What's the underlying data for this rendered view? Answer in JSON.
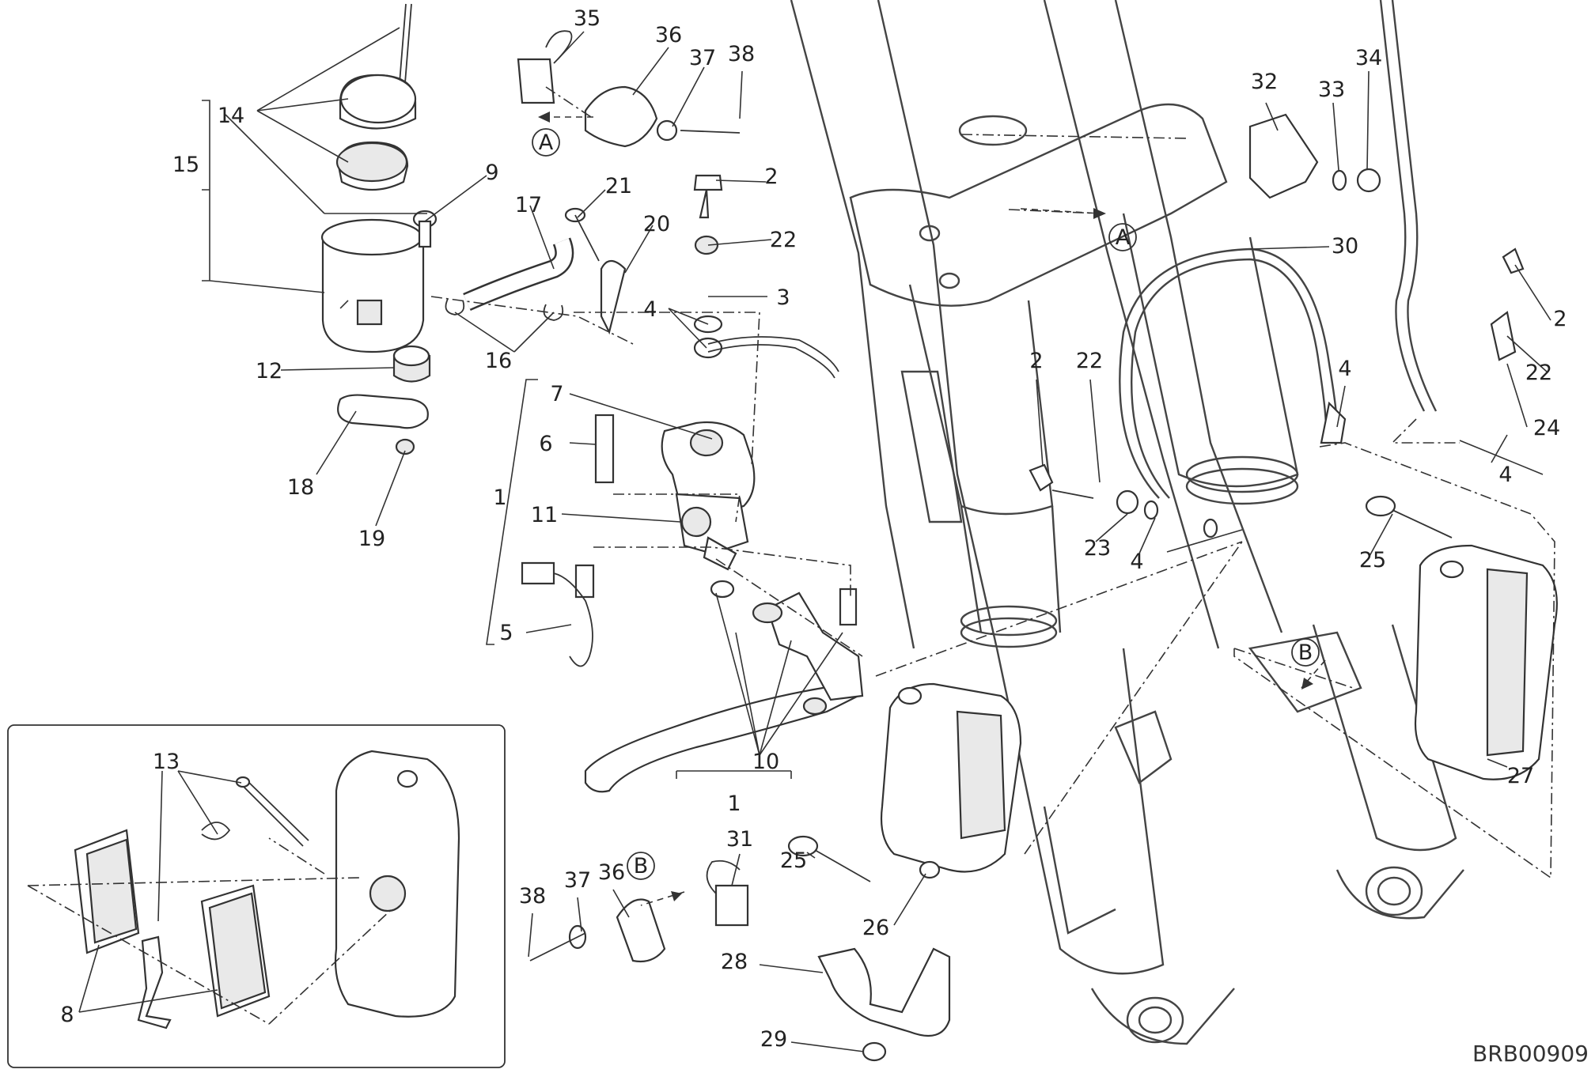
{
  "diagram": {
    "drawing_code": "BRB00909",
    "callouts": [
      {
        "id": "c1",
        "text": "1"
      },
      {
        "id": "c1b",
        "text": "1"
      },
      {
        "id": "c2a",
        "text": "2"
      },
      {
        "id": "c2b",
        "text": "2"
      },
      {
        "id": "c2c",
        "text": "2"
      },
      {
        "id": "c3",
        "text": "3"
      },
      {
        "id": "c4a",
        "text": "4"
      },
      {
        "id": "c4b",
        "text": "4"
      },
      {
        "id": "c4c",
        "text": "4"
      },
      {
        "id": "c4d",
        "text": "4"
      },
      {
        "id": "c5",
        "text": "5"
      },
      {
        "id": "c6",
        "text": "6"
      },
      {
        "id": "c7",
        "text": "7"
      },
      {
        "id": "c8",
        "text": "8"
      },
      {
        "id": "c9",
        "text": "9"
      },
      {
        "id": "c10",
        "text": "10"
      },
      {
        "id": "c11",
        "text": "11"
      },
      {
        "id": "c12",
        "text": "12"
      },
      {
        "id": "c13",
        "text": "13"
      },
      {
        "id": "c14",
        "text": "14"
      },
      {
        "id": "c15",
        "text": "15"
      },
      {
        "id": "c16",
        "text": "16"
      },
      {
        "id": "c17",
        "text": "17"
      },
      {
        "id": "c18",
        "text": "18"
      },
      {
        "id": "c19",
        "text": "19"
      },
      {
        "id": "c20",
        "text": "20"
      },
      {
        "id": "c21",
        "text": "21"
      },
      {
        "id": "c22a",
        "text": "22"
      },
      {
        "id": "c22b",
        "text": "22"
      },
      {
        "id": "c22c",
        "text": "22"
      },
      {
        "id": "c23",
        "text": "23"
      },
      {
        "id": "c24",
        "text": "24"
      },
      {
        "id": "c25a",
        "text": "25"
      },
      {
        "id": "c25b",
        "text": "25"
      },
      {
        "id": "c26",
        "text": "26"
      },
      {
        "id": "c27",
        "text": "27"
      },
      {
        "id": "c28",
        "text": "28"
      },
      {
        "id": "c29",
        "text": "29"
      },
      {
        "id": "c30",
        "text": "30"
      },
      {
        "id": "c31",
        "text": "31"
      },
      {
        "id": "c32",
        "text": "32"
      },
      {
        "id": "c33",
        "text": "33"
      },
      {
        "id": "c34",
        "text": "34"
      },
      {
        "id": "c35",
        "text": "35"
      },
      {
        "id": "c36a",
        "text": "36"
      },
      {
        "id": "c36b",
        "text": "36"
      },
      {
        "id": "c37a",
        "text": "37"
      },
      {
        "id": "c37b",
        "text": "37"
      },
      {
        "id": "c38a",
        "text": "38"
      },
      {
        "id": "c38b",
        "text": "38"
      }
    ],
    "reference_markers": [
      {
        "id": "refA1",
        "text": "A"
      },
      {
        "id": "refA2",
        "text": "A"
      },
      {
        "id": "refB1",
        "text": "B"
      },
      {
        "id": "refB2",
        "text": "B"
      }
    ]
  },
  "icons": {
    "reservoir": "brake-fluid-reservoir-icon",
    "master_cylinder": "master-cylinder-icon",
    "lever": "brake-lever-icon",
    "caliper": "brake-caliper-icon",
    "fork": "front-fork-icon",
    "hose": "brake-hose-icon"
  }
}
